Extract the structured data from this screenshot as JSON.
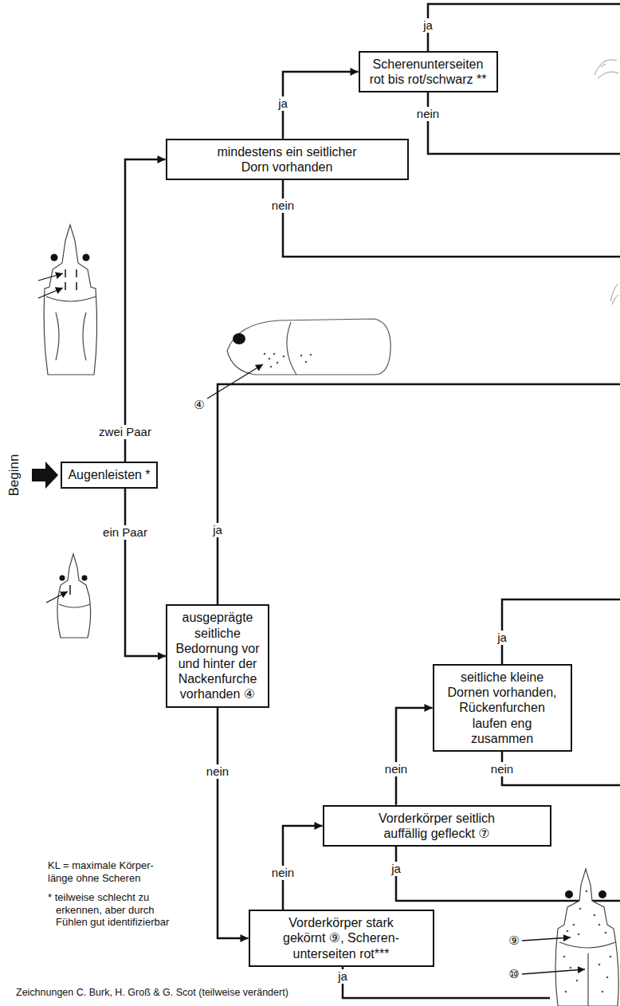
{
  "diagram": {
    "nodes": [
      {
        "text": [
          "Augenleisten *"
        ]
      },
      {
        "text": [
          "mindestens ein seitlicher Dorn vorhanden"
        ]
      },
      {
        "text": [
          "Scherenunterseiten rot bis rot/schwarz **"
        ]
      },
      {
        "text": [
          "ausgeprägte seitliche Bedornung vor und hinter der Nackenfurche vorhanden ④"
        ]
      },
      {
        "text": [
          "Vorderkörper stark gekörnt ⑨, Scheren- unterseiten rot***"
        ]
      },
      {
        "text": [
          "Vorderkörper seitlich auffällig gefleckt ⑦"
        ]
      },
      {
        "text": [
          "seitliche kleine Dornen vorhanden, Rückenfurchen laufen eng zusammen"
        ]
      }
    ],
    "edges": [
      {
        "from": 0,
        "to": 1,
        "label": "zwei Paar",
        "arrow": "to"
      },
      {
        "from": 0,
        "to": 3,
        "label": "ein Paar",
        "arrow": "to"
      },
      {
        "from": 1,
        "to": 2,
        "label": "ja",
        "arrow": "to"
      },
      {
        "from": 3,
        "to": 4,
        "label": "nein",
        "arrow": "to"
      },
      {
        "from": 4,
        "to": 5,
        "label": "nein",
        "arrow": "to"
      },
      {
        "from": 5,
        "to": 6,
        "label": "nein",
        "arrow": "to"
      }
    ],
    "labels": [
      "Beginn",
      "ja",
      "nein",
      "nein",
      "④",
      "ja",
      "ja",
      "nein",
      "ja",
      "KL = maximale Körper- länge ohne Scheren",
      "* teilweise schlecht zu erkennen, aber durch Fühlen gut identifizierbar",
      "ja",
      "⑨",
      "⑩",
      "Zeichnungen C. Burk, H. Groß & G. Scot (teilweise verändert)"
    ]
  }
}
